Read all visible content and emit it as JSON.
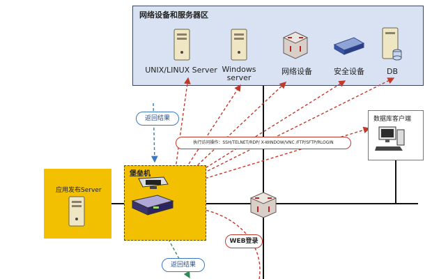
{
  "zones": {
    "network_zone_title": "网络设备和服务器区",
    "bastion_title": "堡垒机",
    "app_server_label": "应用发布Server",
    "db_client_label": "数据库客户端"
  },
  "devices": {
    "unix": "UNIX/LINUX Server",
    "windows_line1": "Windows",
    "windows_line2": "server",
    "network": "网络设备",
    "security": "安全设备",
    "db": "DB"
  },
  "annotations": {
    "return_top": "返回结果",
    "return_bottom": "返回结果",
    "protocols": "执行访问操作：SSH/TELNET/RDP/ X-WINDOW/VNC /FTP/SFTP/RLOGIN",
    "web_login": "WEB登录"
  },
  "colors": {
    "zone_fill": "#d9e2f2",
    "yellow": "#f2c000",
    "red_dashed": "#c0392b",
    "blue_dashed": "#3a78c2",
    "green_dashed": "#2e8b57"
  },
  "icons": [
    "server-tower-icon",
    "router-icon",
    "firewall-icon",
    "database-icon",
    "monitor-icon",
    "bastion-device-icon"
  ]
}
